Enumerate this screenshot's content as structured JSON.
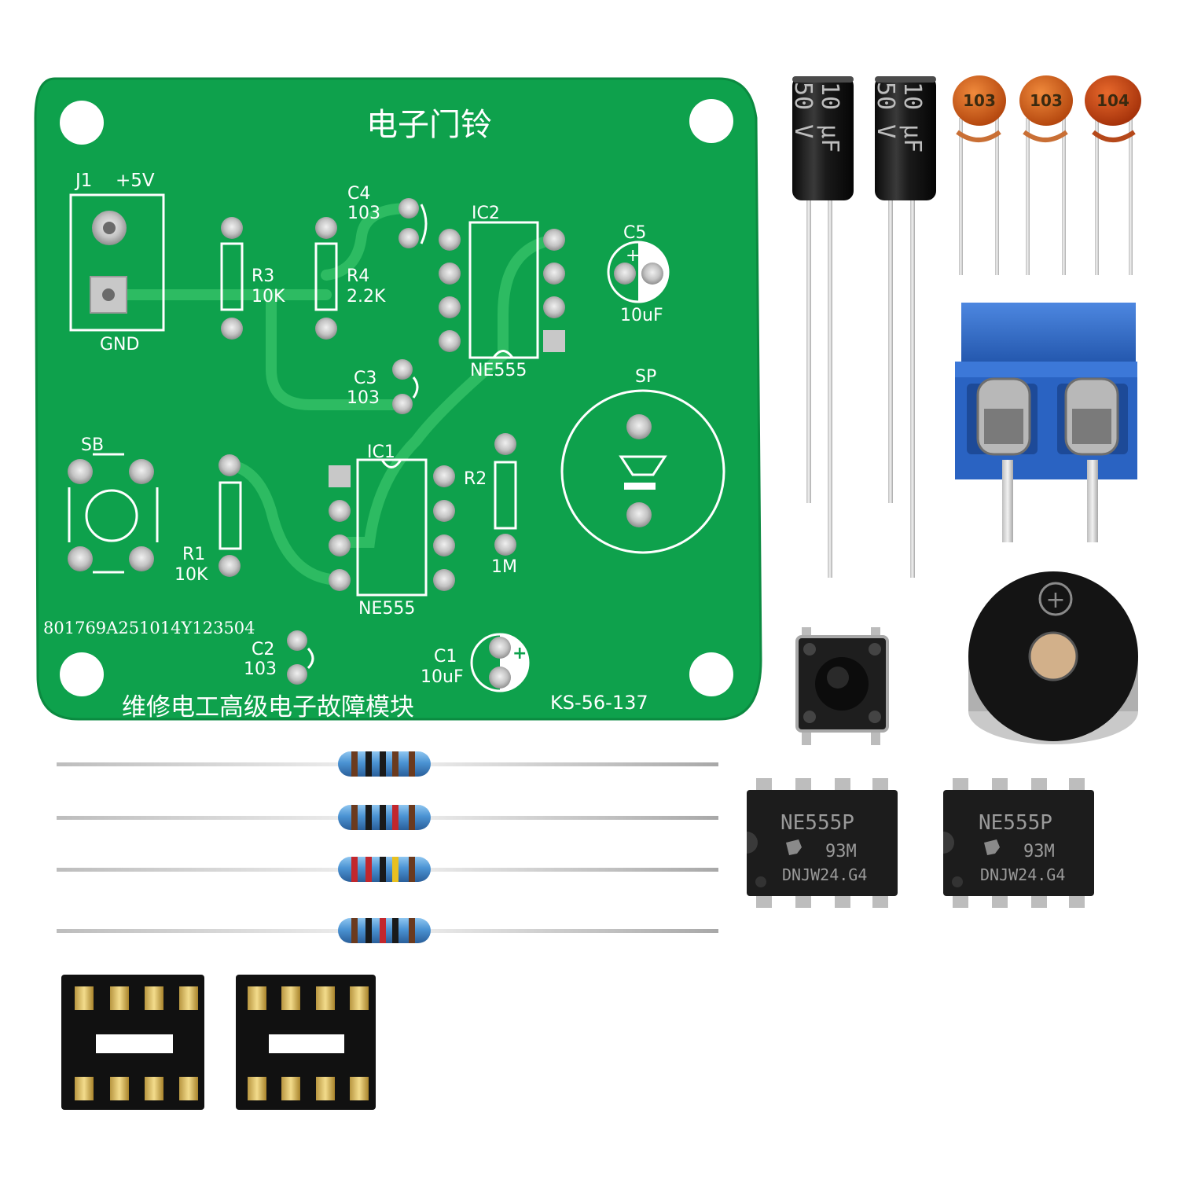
{
  "colors": {
    "pcb": "#0ea14c",
    "pcb_trace": "#2dbb62",
    "silkscreen": "#ffffff",
    "pad": "#cfcfcf",
    "electrolytic": "#141414",
    "ceramic": "#d9621e",
    "terminal": "#2f6fd1",
    "chip": "#1c1c1c",
    "socket": "#111111"
  },
  "pcb": {
    "title": "电子门铃",
    "footer": "维修电工高级电子故障模块",
    "code": "KS-56-137",
    "serial": "801769A251014Y123504",
    "labels": {
      "j1": "J1",
      "plus5v": "+5V",
      "gnd": "GND",
      "c4": "C4",
      "c4_val": "103",
      "r3": "R3",
      "r3_val": "10K",
      "r4": "R4",
      "r4_val": "2.2K",
      "ic2": "IC2",
      "ic2_part": "NE555",
      "c5": "C5",
      "c5_val": "10uF",
      "c3": "C3",
      "c3_val": "103",
      "sp": "SP",
      "sb": "SB",
      "ic1": "IC1",
      "ic1_part": "NE555",
      "r2": "R2",
      "r2_val": "1M",
      "r1": "R1",
      "r1_val": "10K",
      "c2": "C2",
      "c2_val": "103",
      "c1": "C1",
      "c1_val": "10uF"
    }
  },
  "components": {
    "electrolytic_1": {
      "line1": "10 μF",
      "line2": "50 V"
    },
    "electrolytic_2": {
      "line1": "10 μF",
      "line2": "50 V"
    },
    "ceramic_1": "103",
    "ceramic_2": "103",
    "ceramic_3": "104",
    "chip_1": {
      "line1": "NE555P",
      "line2": "93M",
      "line3": "DNJW24.G4"
    },
    "chip_2": {
      "line1": "NE555P",
      "line2": "93M",
      "line3": "DNJW24.G4"
    },
    "buzzer_symbol": "+"
  }
}
